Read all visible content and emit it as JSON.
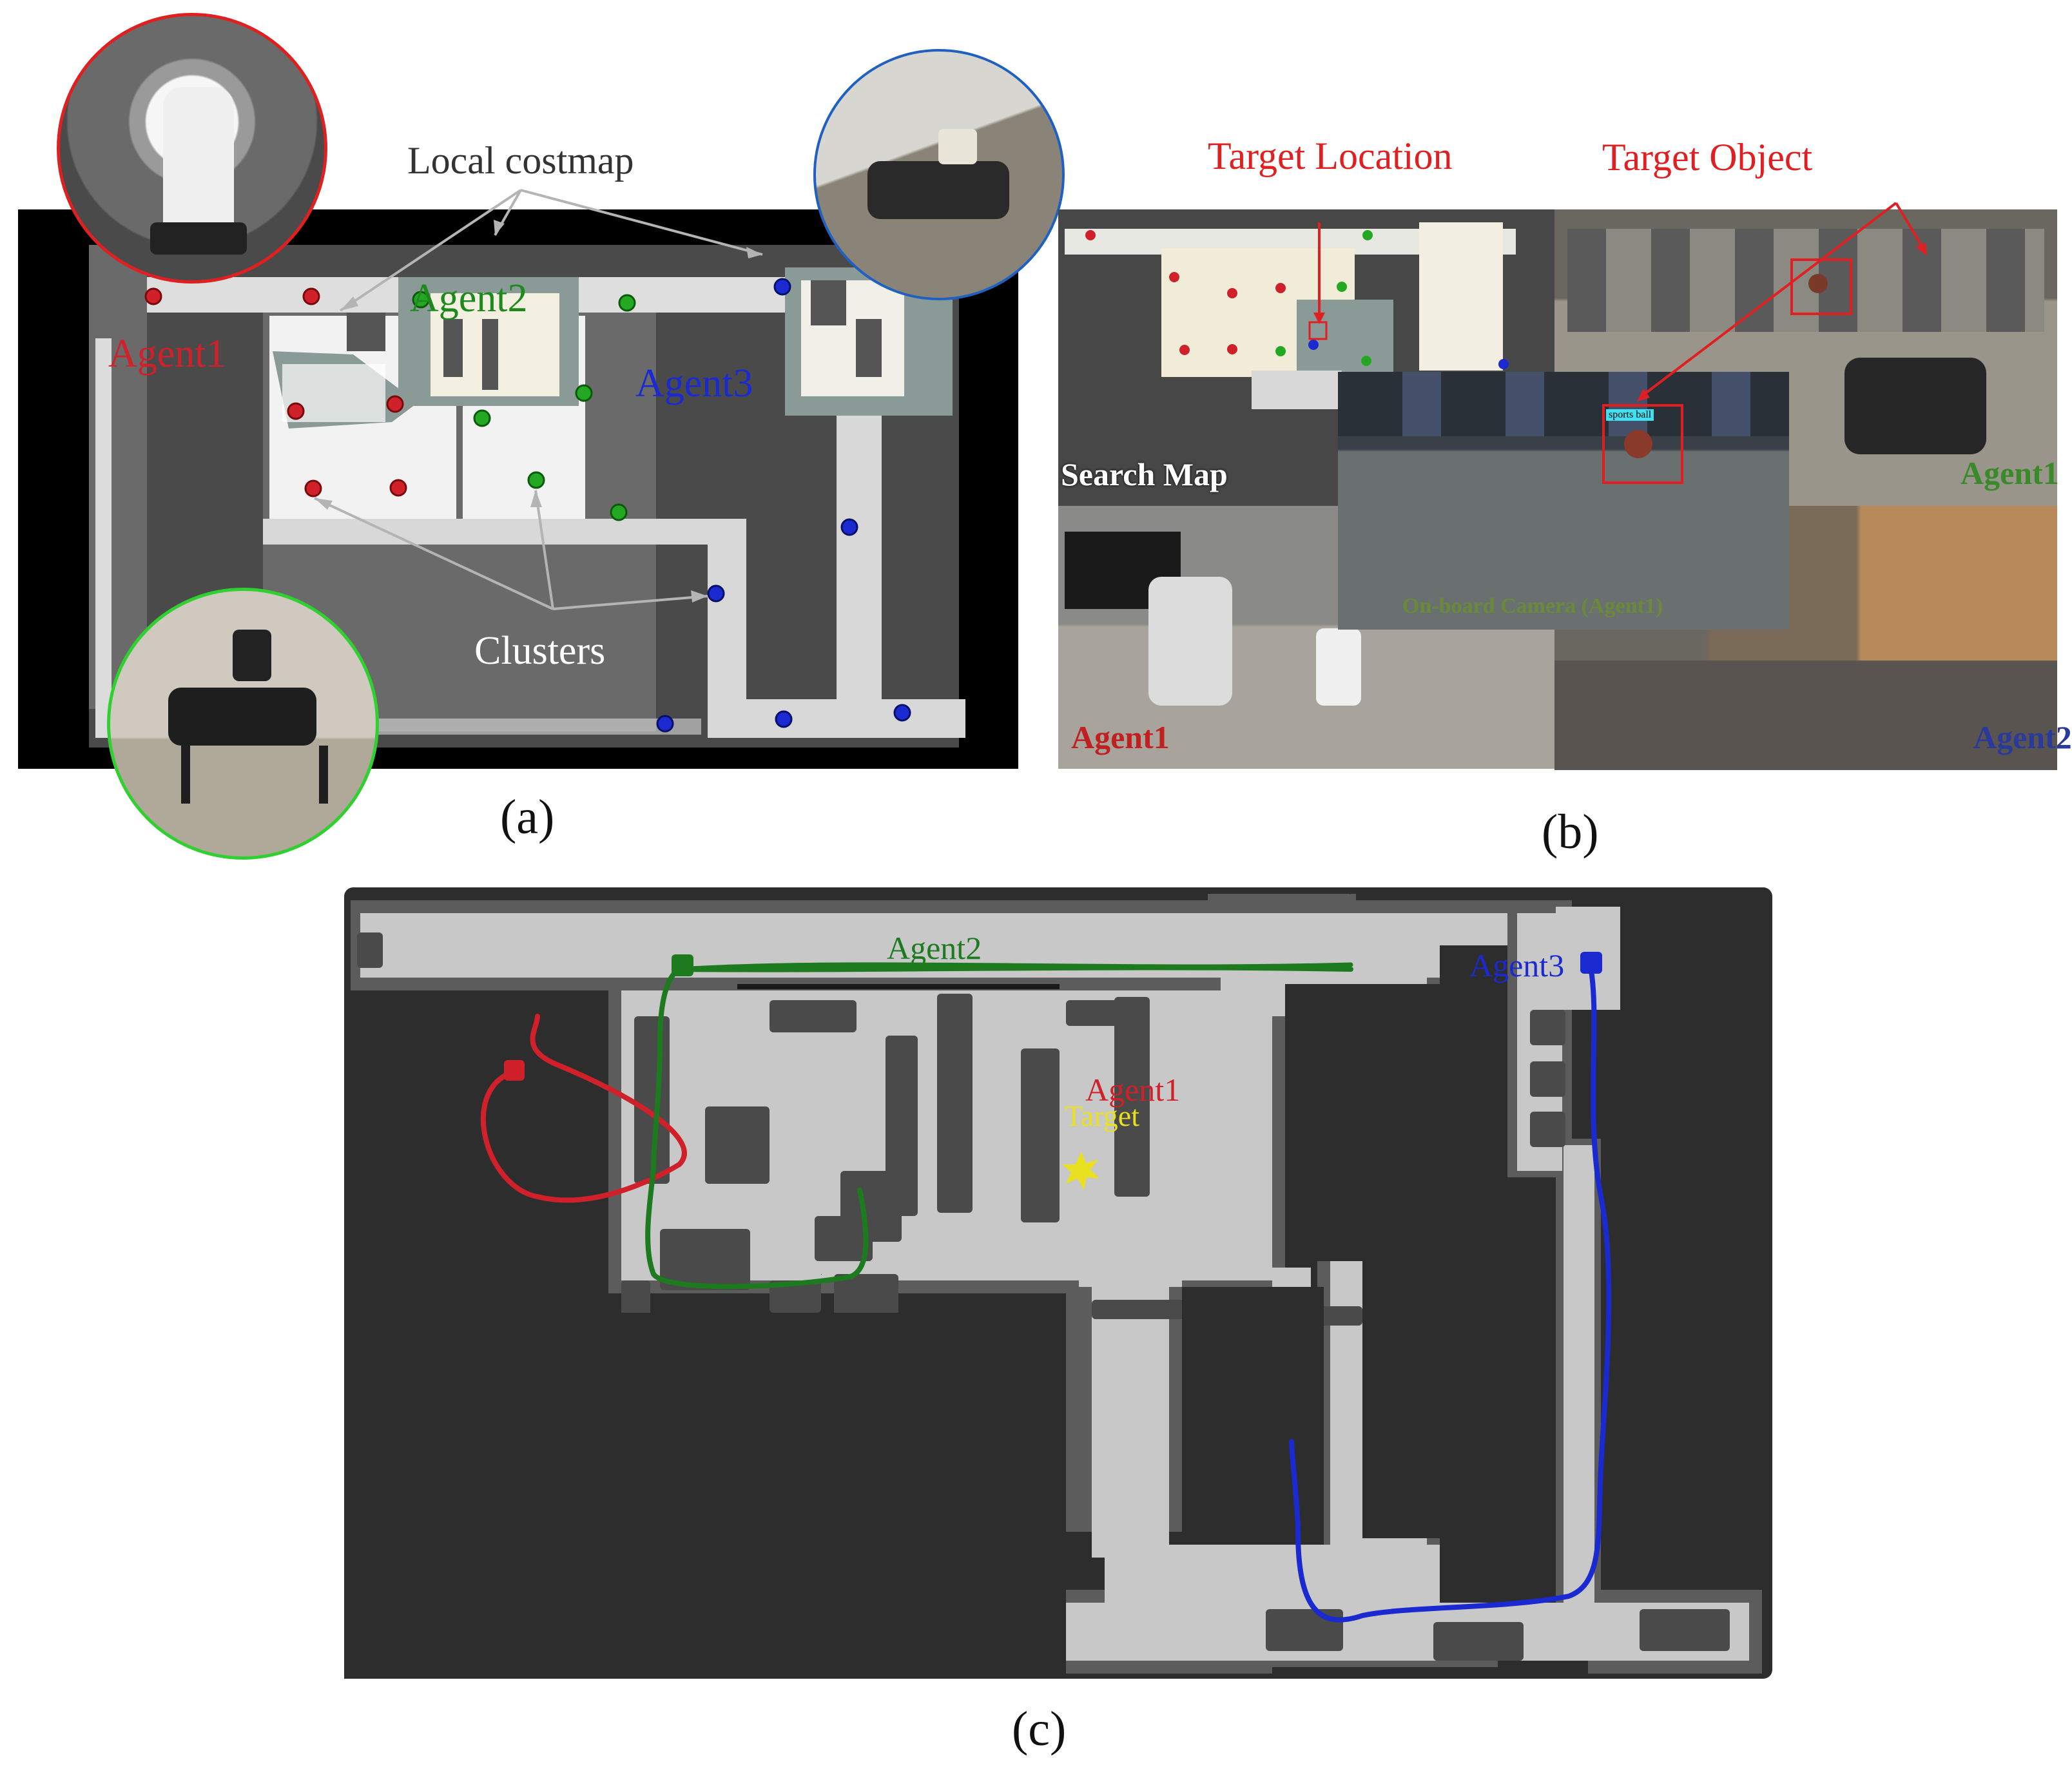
{
  "panel_a": {
    "caption": "(a)",
    "labels": {
      "local_costmap": "Local costmap",
      "agent1": "Agent1",
      "agent2": "Agent2",
      "agent3": "Agent3",
      "clusters": "Clusters"
    }
  },
  "panel_b": {
    "caption": "(b)",
    "labels": {
      "target_location": "Target Location",
      "target_object": "Target Object",
      "search_map": "Search Map",
      "onboard_camera": "On-board Camera (Agent1)",
      "agent1_dog": "Agent1",
      "agent1_bottom": "Agent1",
      "agent2": "Agent2",
      "detection_tag": "sports ball"
    }
  },
  "panel_c": {
    "caption": "(c)",
    "labels": {
      "agent1": "Agent1",
      "agent2": "Agent2",
      "agent3": "Agent3",
      "target": "Target"
    }
  },
  "colors": {
    "agent1": "#d0202a",
    "agent2": "#1e7a1e",
    "agent3": "#1a2ad0",
    "target": "#e8e020",
    "annotation_red": "#e02020",
    "arrow_gray": "#b4b4b4"
  }
}
